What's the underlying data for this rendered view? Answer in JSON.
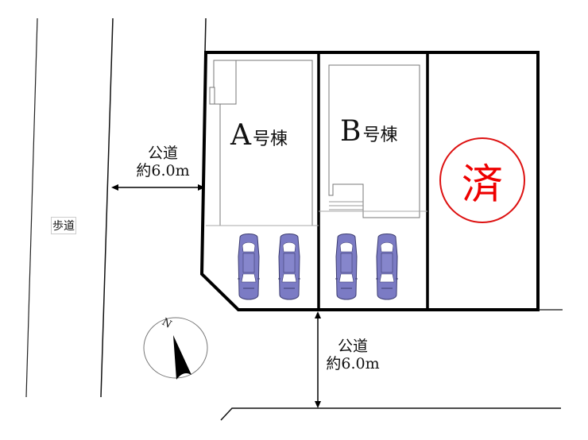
{
  "site_plan": {
    "sidewalk_label": "歩道",
    "roads": [
      {
        "id": "west",
        "line1": "公道",
        "line2": "約6.0m"
      },
      {
        "id": "south",
        "line1": "公道",
        "line2": "約6.0m"
      }
    ],
    "lots": [
      {
        "id": "A",
        "letter": "A",
        "suffix": "号棟",
        "parking_spaces": 2,
        "status": "available"
      },
      {
        "id": "B",
        "letter": "B",
        "suffix": "号棟",
        "parking_spaces": 2,
        "status": "available"
      },
      {
        "id": "C",
        "stamp": "済",
        "status": "sold"
      }
    ],
    "compass": {
      "label": "N"
    },
    "colors": {
      "lines": "#111111",
      "car_fill": "#7b7bc4",
      "car_outline": "#3c3c70",
      "sold_stamp": "#e00000"
    }
  }
}
